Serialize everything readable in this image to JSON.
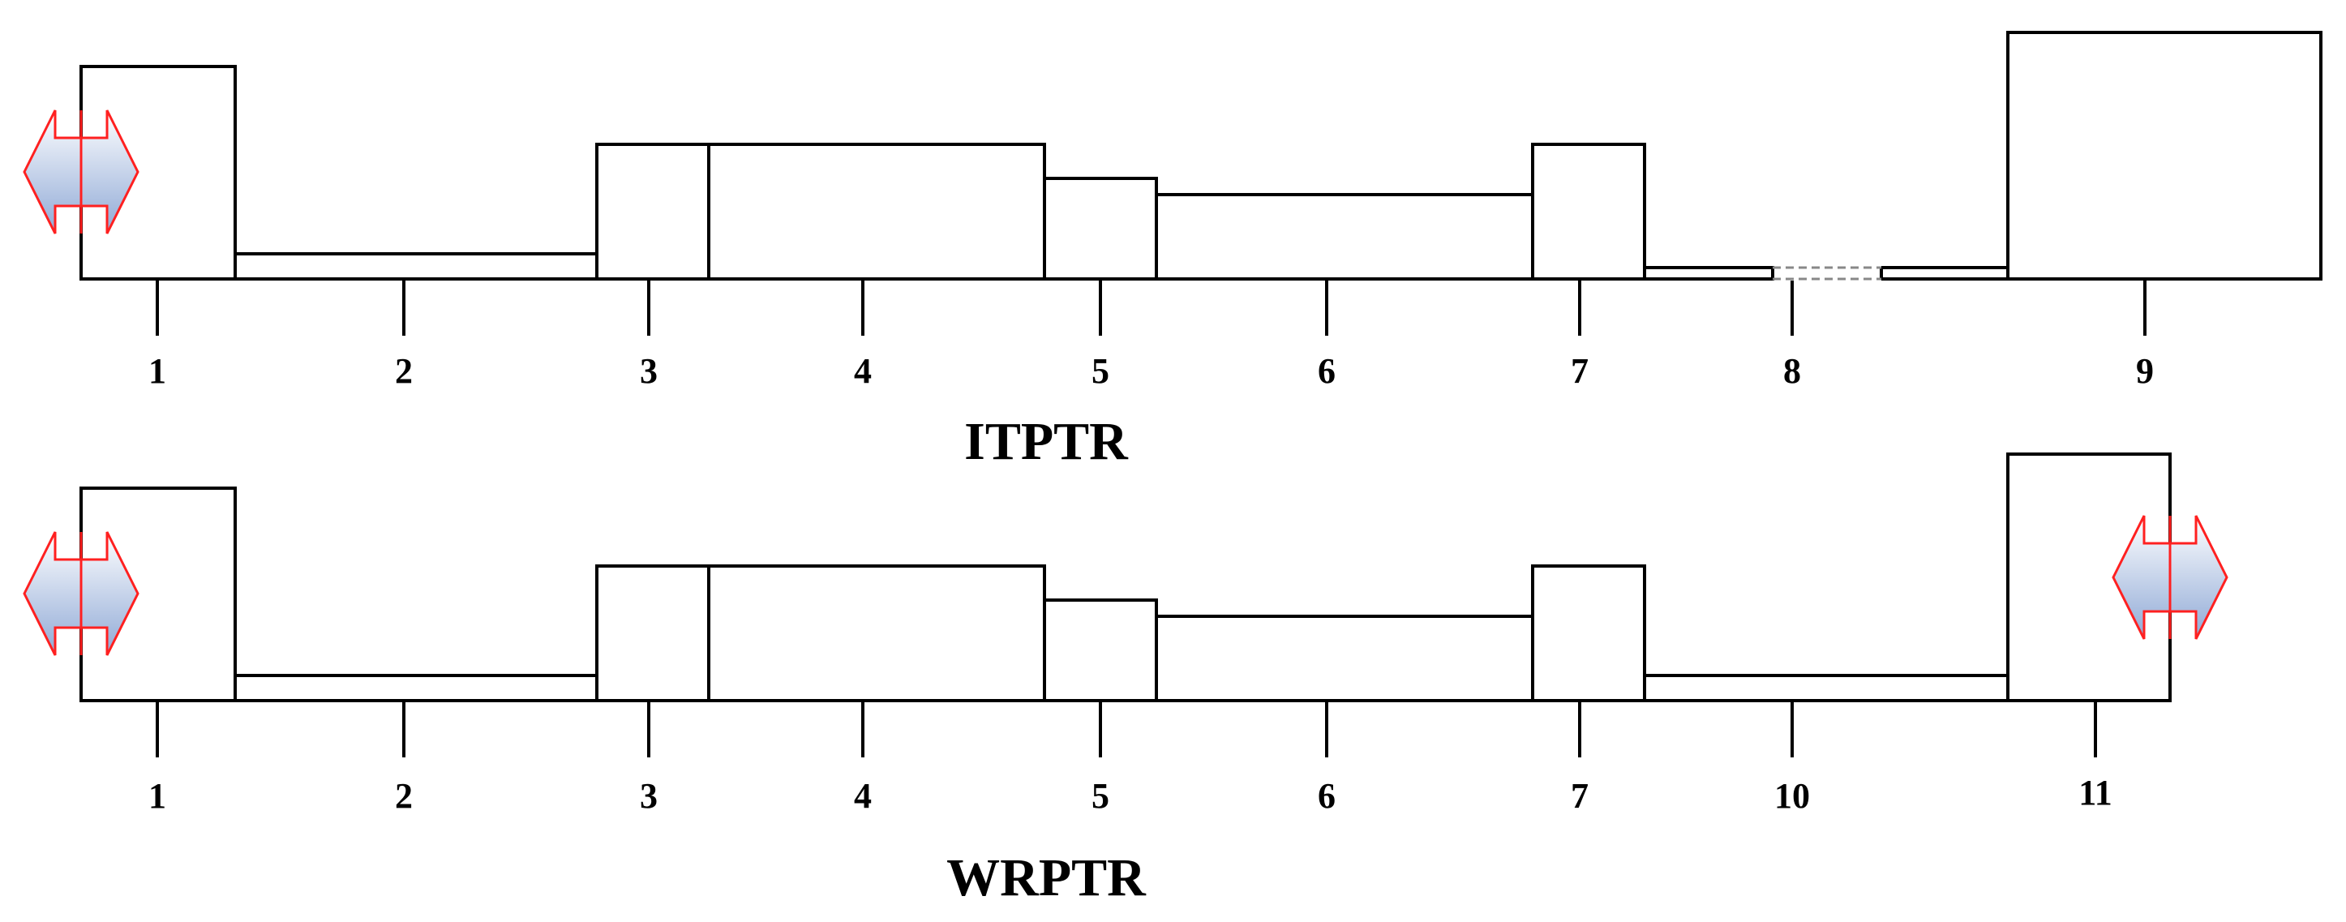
{
  "diagrams": [
    {
      "title": "ITPTR",
      "labels": [
        "1",
        "2",
        "3",
        "4",
        "5",
        "6",
        "7",
        "8",
        "9"
      ]
    },
    {
      "title": "WRPTR",
      "labels": [
        "1",
        "2",
        "3",
        "4",
        "5",
        "6",
        "7",
        "10",
        "11"
      ]
    }
  ],
  "colors": {
    "outline": "#000000",
    "red_hatch": "#e0202a",
    "blue_hatch": "#2a5fb0",
    "arrow_outline": "#ff2020",
    "arrow_fill_light": "#ffffff",
    "arrow_fill_dark": "#9bb4dc",
    "checker_dark": "#7a7a7a",
    "checker_light": "#c8c8c8"
  },
  "icons": [
    "double-arrow-icon"
  ]
}
